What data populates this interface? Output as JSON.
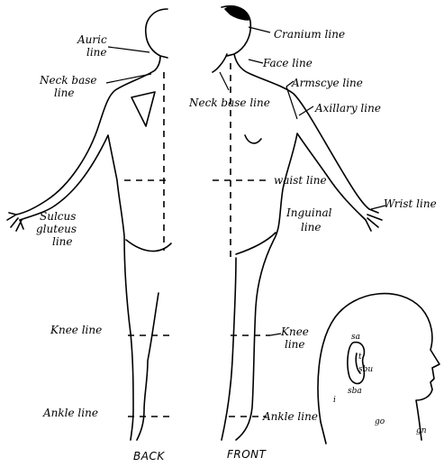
{
  "captions": {
    "back": "BACK",
    "front": "FRONT"
  },
  "labels": {
    "auric": [
      "Auric",
      "line"
    ],
    "neck_base_back": [
      "Neck base",
      "line"
    ],
    "sulcus": [
      "Sulcus",
      "gluteus",
      "line"
    ],
    "knee_back": "Knee line",
    "ankle_back": "Ankle line",
    "cranium": "Cranium line",
    "face": "Face line",
    "armscye": "Armscye line",
    "neck_base_front": "Neck base line",
    "axillary": "Axillary line",
    "waist": "waist line",
    "wrist": "Wrist line",
    "inguinal": [
      "Inguinal",
      "line"
    ],
    "knee_front": [
      "Knee",
      "line"
    ],
    "ankle_front": "Ankle line"
  },
  "head_points": {
    "sa": "sa",
    "t": "t",
    "sbu": "sbu",
    "sba": "sba",
    "i": "i",
    "go": "go",
    "gn": "gn"
  }
}
